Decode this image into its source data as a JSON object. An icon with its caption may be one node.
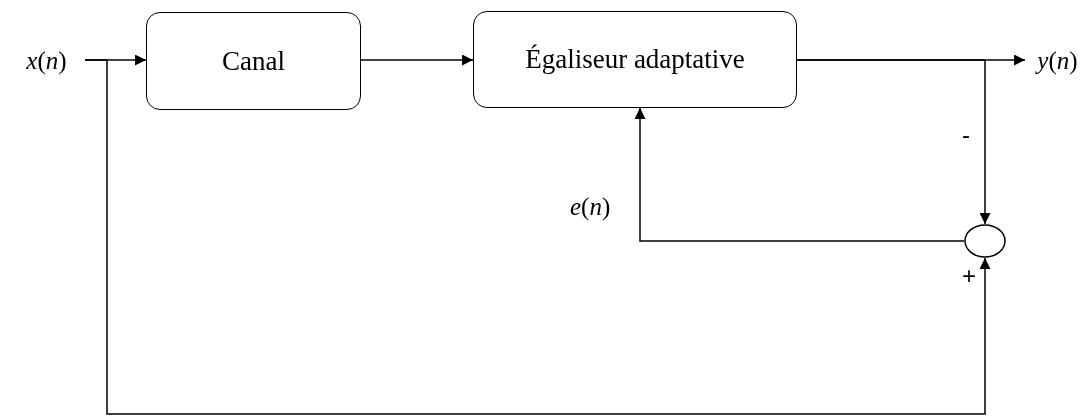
{
  "diagram": {
    "nodes": [
      {
        "text": [
          "*x*(*n*)"
        ]
      },
      {
        "text": [
          "Canal"
        ]
      },
      {
        "text": [
          "Égaliseur adaptative"
        ]
      },
      {
        "text": [
          "*y*(*n*)"
        ]
      },
      {
        "text": [],
        "shape": "circle"
      }
    ],
    "edges": [
      {
        "from": 0,
        "to": 1,
        "arrow": "to"
      },
      {
        "from": 1,
        "to": 2,
        "arrow": "to"
      },
      {
        "from": 2,
        "to": 3,
        "arrow": "to"
      },
      {
        "from": 2,
        "to": 4,
        "arrow": "to",
        "label": "-"
      },
      {
        "from": 4,
        "to": 2,
        "arrow": "to",
        "label": "*e*(*n*)"
      },
      {
        "from": 0,
        "to": 4,
        "arrow": "to",
        "label": "+"
      }
    ]
  }
}
